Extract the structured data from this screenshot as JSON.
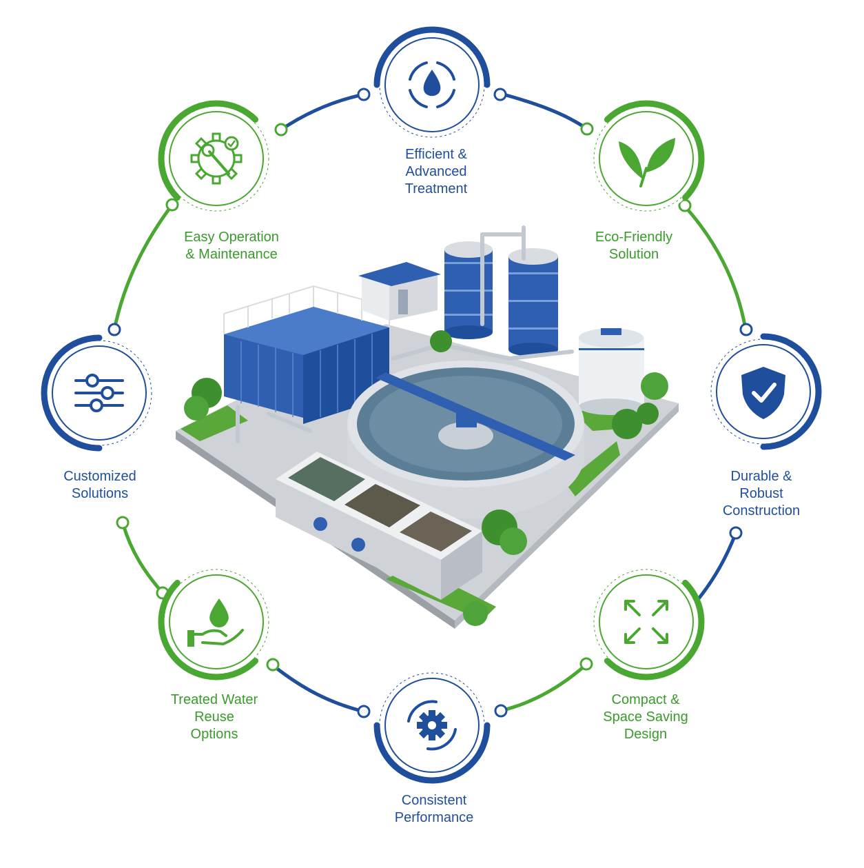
{
  "colors": {
    "blue": "#1f4e9c",
    "green": "#4aa832",
    "blue_text": "#1f4e9c",
    "green_text": "#3a9a2c"
  },
  "features": [
    {
      "id": "efficient",
      "lines": [
        "Efficient &",
        "Advanced",
        "Treatment"
      ],
      "icon": "water-drop-cycle-icon",
      "color": "blue"
    },
    {
      "id": "eco",
      "lines": [
        "Eco-Friendly",
        "Solution"
      ],
      "icon": "leaves-icon",
      "color": "green"
    },
    {
      "id": "durable",
      "lines": [
        "Durable &",
        "Robust",
        "Construction"
      ],
      "icon": "shield-check-icon",
      "color": "blue"
    },
    {
      "id": "compact",
      "lines": [
        "Compact &",
        "Space Saving",
        "Design"
      ],
      "icon": "expand-arrows-icon",
      "color": "green"
    },
    {
      "id": "consistent",
      "lines": [
        "Consistent",
        "Performance"
      ],
      "icon": "gear-cycle-icon",
      "color": "blue"
    },
    {
      "id": "reuse",
      "lines": [
        "Treated Water",
        "Reuse",
        "Options"
      ],
      "icon": "hand-water-drop-icon",
      "color": "green"
    },
    {
      "id": "customized",
      "lines": [
        "Customized",
        "Solutions"
      ],
      "icon": "sliders-icon",
      "color": "blue"
    },
    {
      "id": "easy",
      "lines": [
        "Easy Operation",
        "& Maintenance"
      ],
      "icon": "gear-wrench-icon",
      "color": "green"
    }
  ],
  "center_image": "water-treatment-plant-illustration"
}
